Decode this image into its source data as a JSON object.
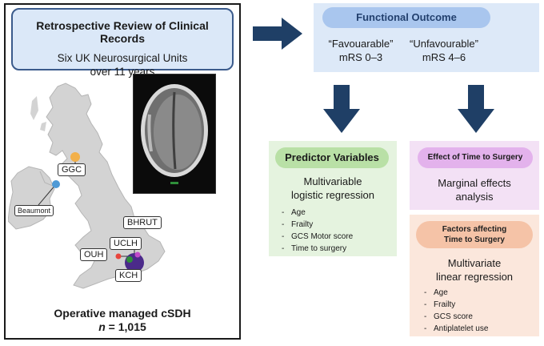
{
  "left": {
    "title": "Retrospective Review of Clinical Records",
    "subtitle_line1": "Six UK Neurosurgical Units",
    "subtitle_line2": "over 11 years",
    "sites": [
      "GGC",
      "Beaumont",
      "BHRUT",
      "UCLH",
      "OUH",
      "KCH"
    ],
    "footer_title": "Operative managed cSDH",
    "footer_n_var": "n",
    "footer_n_value": " = 1,015",
    "colors": {
      "ggc": "#f2b04a",
      "beaumont": "#4f9ad6",
      "ouh": "#e8453c",
      "kch": "#4b2a8a",
      "uclh": "#c04ac9",
      "kch_inner": "#2f8f3a"
    }
  },
  "functional_outcome": {
    "header": "Functional Outcome",
    "favourable_label": "“Favouarable”",
    "favourable_range": "mRS 0–3",
    "unfavourable_label": "“Unfavourable”",
    "unfavourable_range": "mRS 4–6"
  },
  "predictor": {
    "header": "Predictor Variables",
    "method_line1": "Multivariable",
    "method_line2": "logistic regression",
    "items": [
      "Age",
      "Frailty",
      "GCS Motor score",
      "Time to surgery"
    ]
  },
  "effect": {
    "header": "Effect of Time to Surgery",
    "method_line1": "Marginal effects",
    "method_line2": "analysis"
  },
  "factors": {
    "header_line1": "Factors affecting",
    "header_line2": "Time to Surgery",
    "method_line1": "Multivariate",
    "method_line2": "linear regression",
    "items": [
      "Age",
      "Frailty",
      "GCS score",
      "Antiplatelet use"
    ]
  },
  "colors": {
    "arrow": "#1f3f66"
  }
}
